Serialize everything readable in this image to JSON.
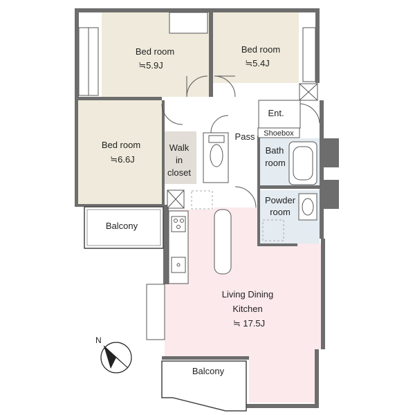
{
  "rooms": {
    "bedroom_a": {
      "name": "Bed room",
      "size": "≒5.9J"
    },
    "bedroom_b": {
      "name": "Bed room",
      "size": "≒5.4J"
    },
    "bedroom_c": {
      "name": "Bed room",
      "size": "≒6.6J"
    },
    "walk_in_closet": {
      "line1": "Walk",
      "line2": "in",
      "line3": "closet"
    },
    "pass": "Pass",
    "entrance": "Ent.",
    "shoebox": "Shoebox",
    "bath": {
      "line1": "Bath",
      "line2": "room"
    },
    "powder": {
      "line1": "Powder",
      "line2": "room"
    },
    "ldk": {
      "line1": "Living Dining",
      "line2": "Kitchen",
      "size": "≒ 17.5J"
    },
    "balcony_west": "Balcony",
    "balcony_south": "Balcony"
  },
  "compass": {
    "label": "N"
  },
  "colors": {
    "bedroom_fill": "#efeadb",
    "ldk_fill": "#fbe9ec",
    "wet_fill": "#e4ebf1",
    "closet_fill": "#e2ddd6",
    "wall": "#6d6d6d",
    "line": "#555555"
  }
}
